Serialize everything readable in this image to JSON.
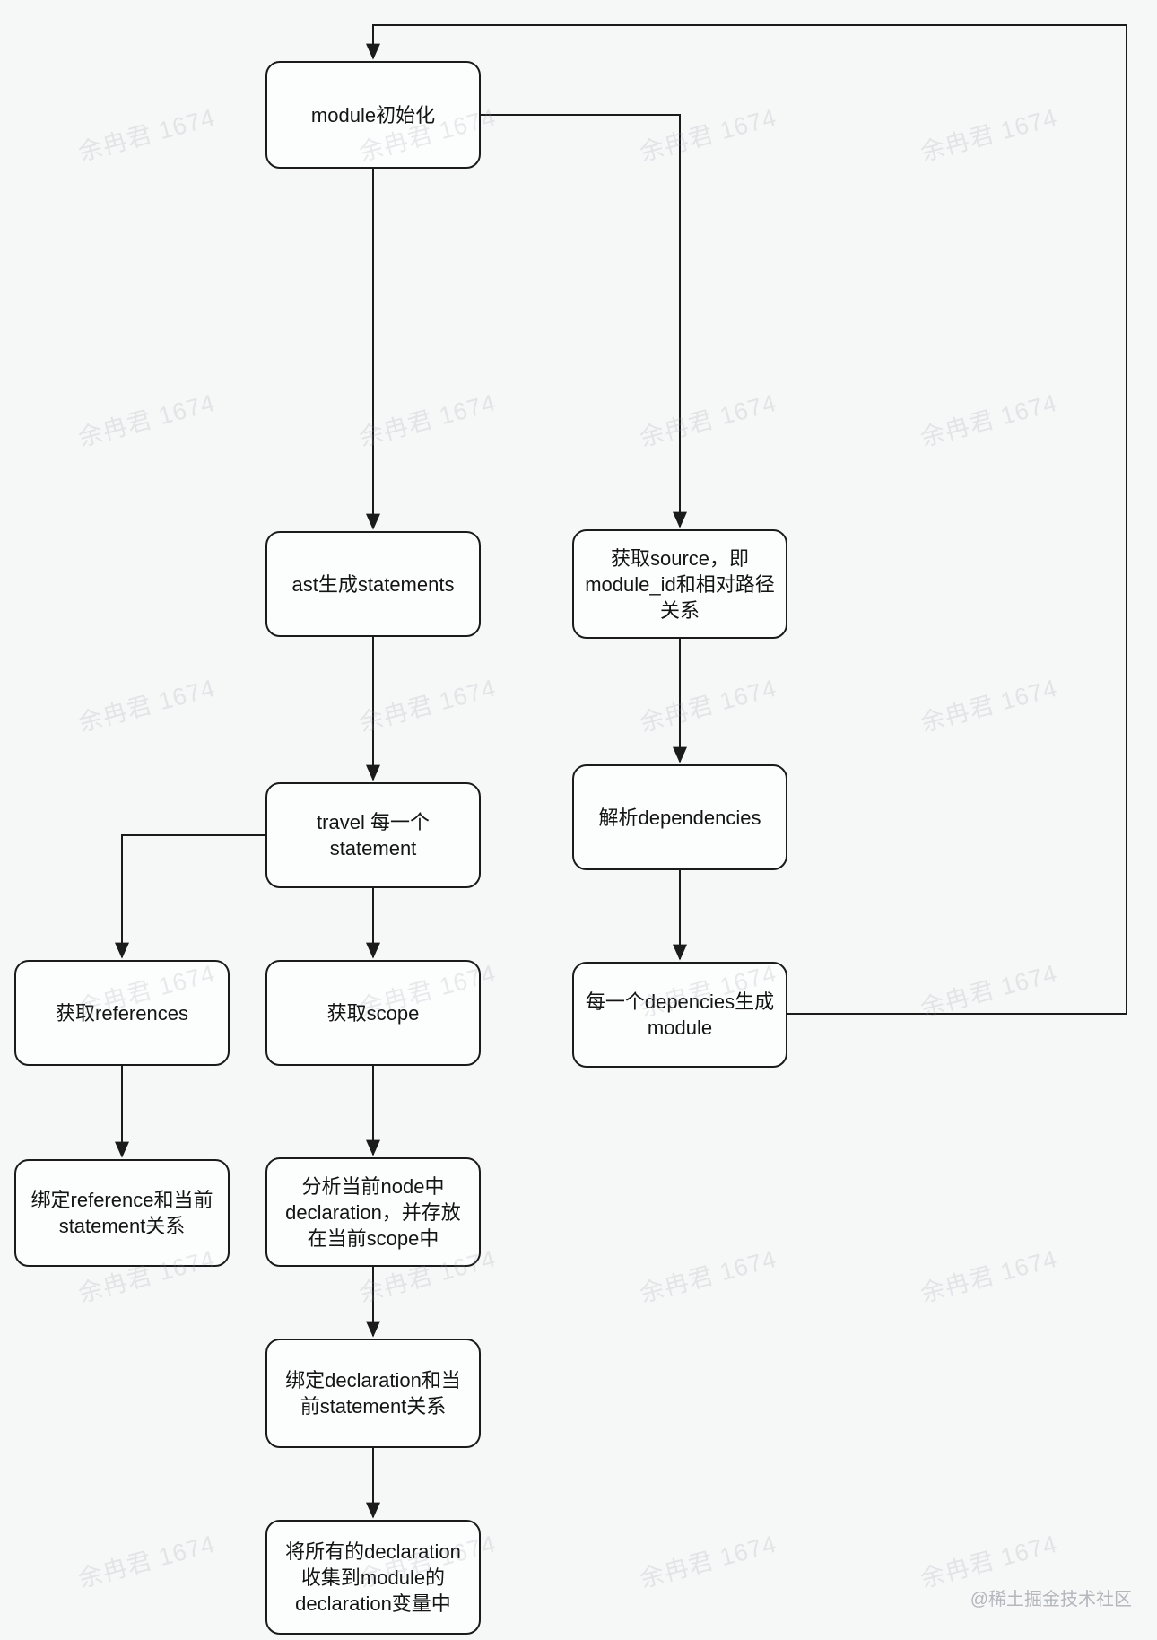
{
  "diagram": {
    "nodes": {
      "module-init": {
        "label": "module初始化"
      },
      "ast-statements": {
        "label": "ast生成statements"
      },
      "get-source": {
        "label": "获取source，即\nmodule_id和相对路径\n关系"
      },
      "travel-statement": {
        "label": "travel 每一个\nstatement"
      },
      "parse-dependencies": {
        "label": "解析dependencies"
      },
      "get-references": {
        "label": "获取references"
      },
      "get-scope": {
        "label": "获取scope"
      },
      "dep-gen-module": {
        "label": "每一个depencies生成\nmodule"
      },
      "bind-reference": {
        "label": "绑定reference和当前\nstatement关系"
      },
      "analyze-declaration": {
        "label": "分析当前node中\ndeclaration，并存放\n在当前scope中"
      },
      "bind-declaration": {
        "label": "绑定declaration和当\n前statement关系"
      },
      "collect-declarations": {
        "label": "将所有的declaration\n收集到module的\ndeclaration变量中"
      }
    },
    "edges": [
      {
        "from": "module-init",
        "to": "ast-statements"
      },
      {
        "from": "module-init",
        "to": "get-source"
      },
      {
        "from": "ast-statements",
        "to": "travel-statement"
      },
      {
        "from": "get-source",
        "to": "parse-dependencies"
      },
      {
        "from": "travel-statement",
        "to": "get-references"
      },
      {
        "from": "travel-statement",
        "to": "get-scope"
      },
      {
        "from": "parse-dependencies",
        "to": "dep-gen-module"
      },
      {
        "from": "get-references",
        "to": "bind-reference"
      },
      {
        "from": "get-scope",
        "to": "analyze-declaration"
      },
      {
        "from": "analyze-declaration",
        "to": "bind-declaration"
      },
      {
        "from": "bind-declaration",
        "to": "collect-declarations"
      },
      {
        "from": "dep-gen-module",
        "to": "module-init"
      }
    ]
  },
  "watermark": {
    "text": "余冉君 1674",
    "grid": {
      "rows": 6,
      "cols": 4
    },
    "credit": "@稀土掘金技术社区"
  },
  "colors": {
    "background": "#f6f7f7",
    "node_fill": "#fcfdfd",
    "line": "#1b1b1b",
    "watermark": "#e7e9eb",
    "credit": "#b4b7bb"
  }
}
